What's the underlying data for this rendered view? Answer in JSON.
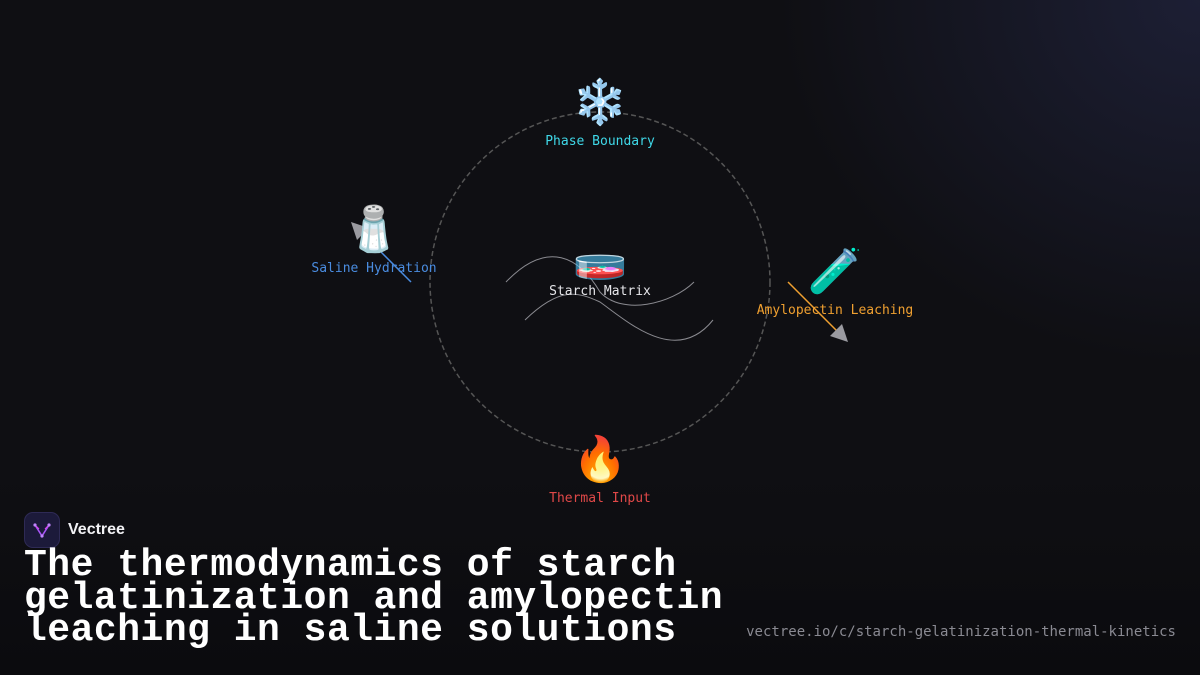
{
  "brand": {
    "name": "Vectree",
    "logo_icon": "vectree-logo-icon"
  },
  "headline": "The thermodynamics of starch gelatinization and amylopectin leaching in saline solutions",
  "url": "vectree.io/c/starch-gelatinization-thermal-kinetics",
  "diagram": {
    "center": {
      "icon": "petri-dish-icon",
      "glyph": "🧫",
      "label": "Starch Matrix",
      "color": "#e6e6ea"
    },
    "nodes": [
      {
        "id": "phase-boundary",
        "icon": "snowflake-icon",
        "glyph": "❄️",
        "label": "Phase Boundary",
        "color": "#3fd8e8"
      },
      {
        "id": "saline-hydration",
        "icon": "salt-shaker-icon",
        "glyph": "🧂",
        "label": "Saline Hydration",
        "color": "#4a8ce0"
      },
      {
        "id": "amylopectin-leaching",
        "icon": "test-tube-icon",
        "glyph": "🧪",
        "label": "Amylopectin Leaching",
        "color": "#f0a030"
      },
      {
        "id": "thermal-input",
        "icon": "fire-icon",
        "glyph": "🔥",
        "label": "Thermal Input",
        "color": "#e04848"
      }
    ]
  },
  "colors": {
    "background": "#0f0f13",
    "ring": "#555555",
    "wave": "#8a8a90"
  }
}
